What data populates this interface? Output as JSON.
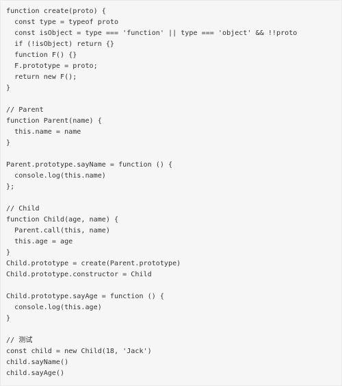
{
  "code_block": {
    "lines": [
      "function create(proto) {",
      "  const type = typeof proto",
      "  const isObject = type === 'function' || type === 'object' && !!proto",
      "  if (!isObject) return {}",
      "  function F() {}",
      "  F.prototype = proto;",
      "  return new F();",
      "}",
      "",
      "// Parent",
      "function Parent(name) {",
      "  this.name = name",
      "}",
      "",
      "Parent.prototype.sayName = function () {",
      "  console.log(this.name)",
      "};",
      "",
      "// Child",
      "function Child(age, name) {",
      "  Parent.call(this, name)",
      "  this.age = age",
      "}",
      "Child.prototype = create(Parent.prototype)",
      "Child.prototype.constructor = Child",
      "",
      "Child.prototype.sayAge = function () {",
      "  console.log(this.age)",
      "}",
      "",
      "// 测试",
      "const child = new Child(18, 'Jack')",
      "child.sayName()",
      "child.sayAge()"
    ]
  }
}
